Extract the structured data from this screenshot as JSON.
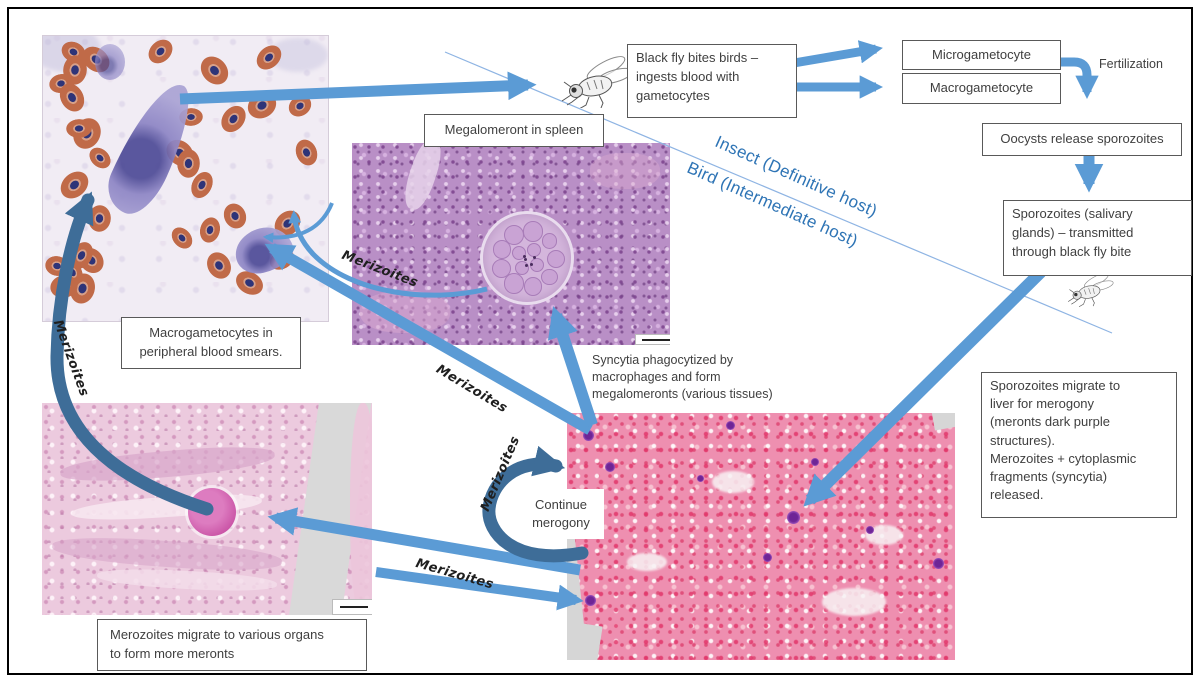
{
  "boxes": {
    "black_fly_bites": "Black fly bites birds –\ningests blood with\ngametocytes",
    "microgametocyte": "Microgametocyte",
    "macrogametocyte": "Macrogametocyte",
    "oocysts_release": "Oocysts release sporozoites",
    "sporozoites_salivary": "Sporozoites (salivary\nglands) – transmitted\nthrough black fly bite",
    "sporozoites_migrate": "Sporozoites migrate to\nliver for merogony\n(meronts dark purple\nstructures).\nMerozoites + cytoplasmic\nfragments (syncytia)\nreleased.",
    "megalomeront_spleen": "Megalomeront in spleen",
    "macrogametocytes_smears": "Macrogametocytes in\nperipheral blood smears.",
    "merozoites_migrate_organs": "Merozoites migrate to various organs\nto form more meronts"
  },
  "labels": {
    "insect_host": "Insect (Definitive host)",
    "bird_host": "Bird (Intermediate host)",
    "fertilization": "Fertilization",
    "merozoites_arrow": "Merizoites",
    "continue_merogony": "Continue\nmerogony",
    "syncytia_note": "Syncytia phagocytized by\nmacrophages and form\nmegalomeronts (various tissues)"
  },
  "colors": {
    "arrow_blue": "#5b9bd5",
    "arrow_dark": "#3e6d98",
    "host_label_blue": "#2e74b5",
    "box_border": "#595959",
    "box_text": "#3f3f3f"
  }
}
